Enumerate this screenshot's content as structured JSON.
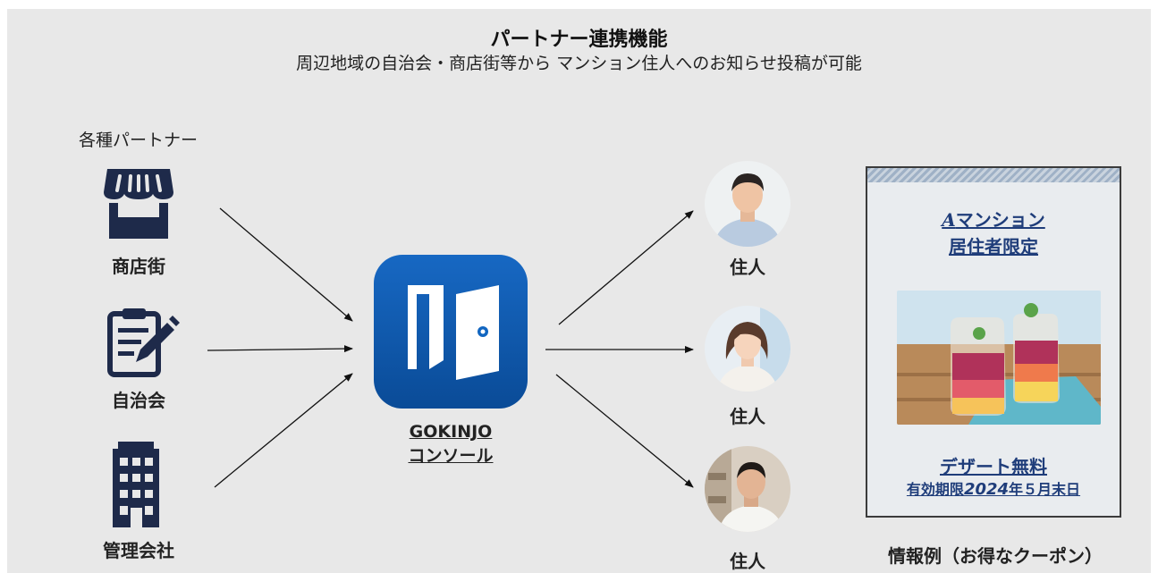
{
  "title": "パートナー連携機能",
  "subtitle": "周辺地域の自治会・商店街等から マンション住人へのお知らせ投稿が可能",
  "partners": {
    "heading": "各種パートナー",
    "items": [
      {
        "label": "商店街",
        "icon": "storefront-icon"
      },
      {
        "label": "自治会",
        "icon": "clipboard-edit-icon"
      },
      {
        "label": "管理会社",
        "icon": "office-building-icon"
      }
    ]
  },
  "console": {
    "line1": "GOKINJO",
    "line2": "コンソール",
    "icon": "door-app-icon"
  },
  "residents": [
    {
      "label": "住人"
    },
    {
      "label": "住人"
    },
    {
      "label": "住人"
    }
  ],
  "coupon": {
    "brand_prefix": "A",
    "title_line1": "マンション",
    "title_line2": "居住者限定",
    "offer": "デザート無料",
    "expiry_prefix": "有効期限",
    "expiry_year": "2024",
    "expiry_suffix": "年５月末日"
  },
  "caption": "情報例（お得なクーポン）",
  "colors": {
    "background": "#e8e8e8",
    "icon_navy": "#1e2a4a",
    "app_blue": "#1266c0",
    "coupon_text": "#1f3d7a"
  }
}
